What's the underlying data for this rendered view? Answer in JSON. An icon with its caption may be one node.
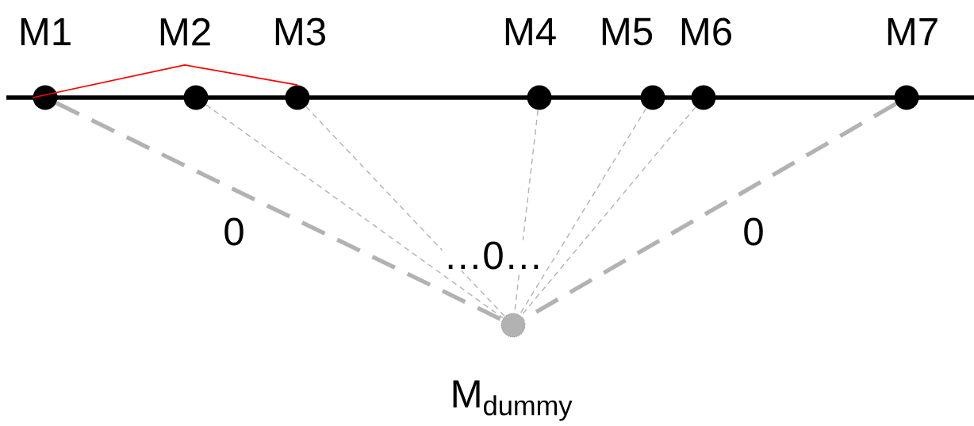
{
  "diagram": {
    "nodes": [
      {
        "text": [
          "M1"
        ]
      },
      {
        "text": [
          "M2"
        ]
      },
      {
        "text": [
          "M3"
        ]
      },
      {
        "text": [
          "M4"
        ]
      },
      {
        "text": [
          "M5"
        ]
      },
      {
        "text": [
          "M6"
        ]
      },
      {
        "text": [
          "M7"
        ]
      },
      {
        "text": [
          "M$_{dummy}$"
        ]
      }
    ],
    "edges": [
      {
        "from": 0,
        "to": 2,
        "arrow": "none",
        "color": "#ff0000"
      },
      {
        "from": 0,
        "to": 7,
        "arrow": "none",
        "style": "dashed"
      },
      {
        "from": 1,
        "to": 7,
        "arrow": "none",
        "style": "dashed"
      },
      {
        "from": 2,
        "to": 7,
        "arrow": "none",
        "style": "dashed"
      },
      {
        "from": 3,
        "to": 7,
        "arrow": "none",
        "style": "dashed"
      },
      {
        "from": 4,
        "to": 7,
        "arrow": "none",
        "style": "dashed"
      },
      {
        "from": 5,
        "to": 7,
        "arrow": "none",
        "style": "dashed"
      },
      {
        "from": 6,
        "to": 7,
        "arrow": "none",
        "style": "dashed"
      }
    ],
    "labels": [
      "0",
      "…0…",
      "0"
    ]
  }
}
